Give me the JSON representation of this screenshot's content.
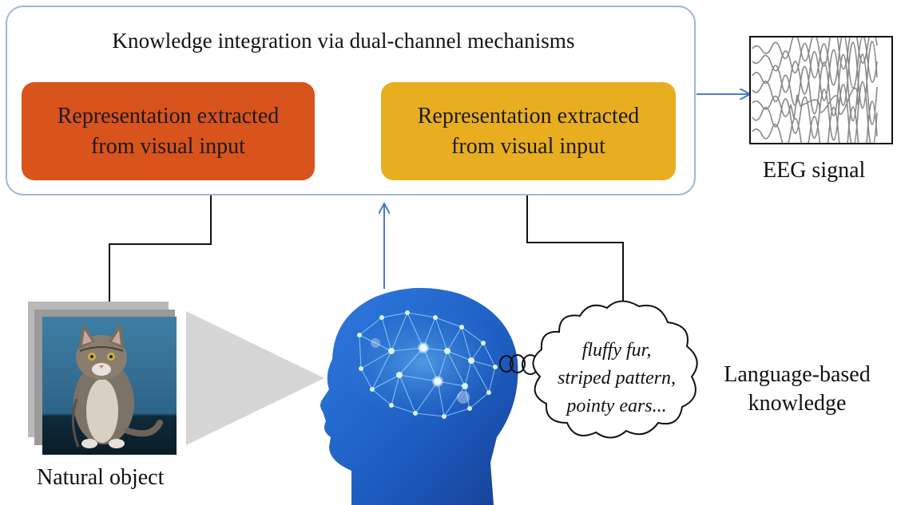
{
  "panel": {
    "title": "Knowledge integration via dual-channel mechanisms"
  },
  "boxes": {
    "visual": {
      "line1": "Representation extracted",
      "line2": "from visual input",
      "color": "#d9531c"
    },
    "language": {
      "line1": "Representation extracted",
      "line2": "from visual input",
      "color": "#e9ae20"
    }
  },
  "eeg": {
    "label": "EEG signal"
  },
  "natural_object": {
    "label": "Natural object"
  },
  "knowledge": {
    "label_line1": "Language-based",
    "label_line2": "knowledge",
    "thought_line1": "fluffy fur,",
    "thought_line2": "striped pattern,",
    "thought_line3": "pointy ears..."
  },
  "colors": {
    "panel_border": "#9fb6dc",
    "blue_arrow": "#4a78cc",
    "brain_blue": "#1a5ab8"
  }
}
